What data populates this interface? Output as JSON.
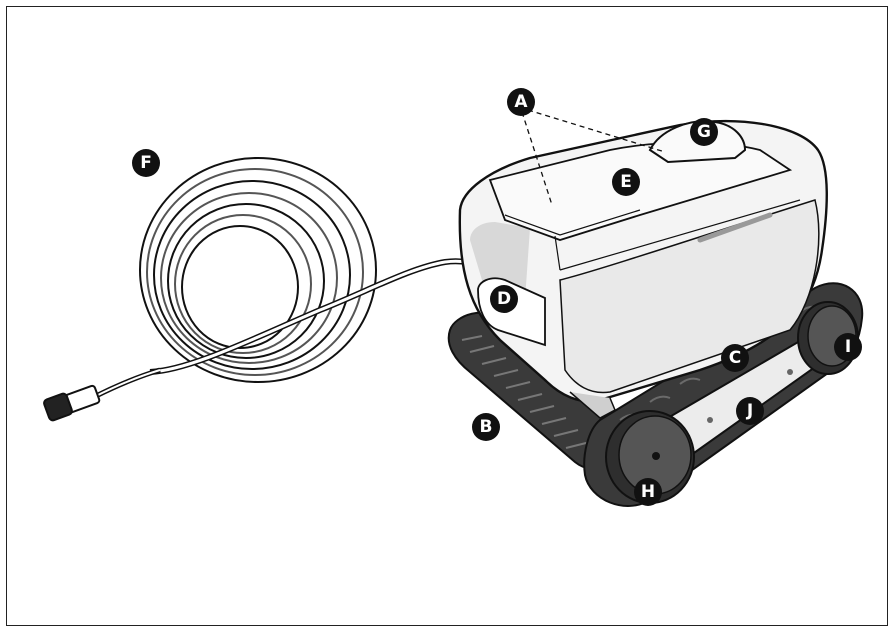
{
  "callouts": [
    {
      "id": "A",
      "label": "A"
    },
    {
      "id": "B",
      "label": "B"
    },
    {
      "id": "C",
      "label": "C"
    },
    {
      "id": "D",
      "label": "D"
    },
    {
      "id": "E",
      "label": "E"
    },
    {
      "id": "F",
      "label": "F"
    },
    {
      "id": "G",
      "label": "G"
    },
    {
      "id": "H",
      "label": "H"
    },
    {
      "id": "I",
      "label": "I"
    },
    {
      "id": "J",
      "label": "J"
    }
  ],
  "colors": {
    "outline": "#111111",
    "body": "#f2f2f2",
    "shade": "#cfcfcf",
    "track": "#3a3a3a",
    "wheel": "#4a4a4a"
  }
}
